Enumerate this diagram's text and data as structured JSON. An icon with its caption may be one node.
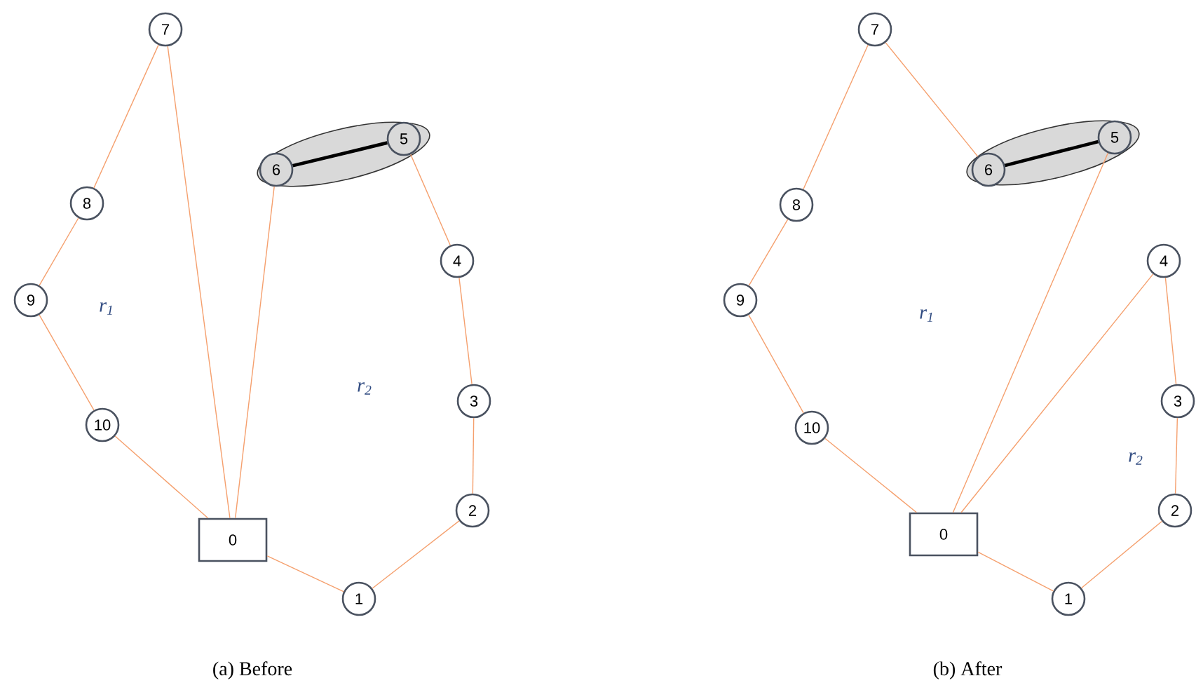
{
  "diagram": {
    "nodes": [
      {
        "text": [
          "0"
        ]
      },
      {
        "text": [
          "1"
        ]
      },
      {
        "text": [
          "2"
        ]
      },
      {
        "text": [
          "3"
        ]
      },
      {
        "text": [
          "4"
        ]
      },
      {
        "text": [],
        "shape": "ellipse"
      },
      {
        "text": [
          "5"
        ],
        "in": 5
      },
      {
        "text": [
          "6"
        ],
        "in": 5
      },
      {
        "text": [
          "7"
        ]
      },
      {
        "text": [
          "8"
        ]
      },
      {
        "text": [
          "9"
        ]
      },
      {
        "text": [
          "10"
        ]
      },
      {
        "text": [
          "0"
        ]
      },
      {
        "text": [
          "1"
        ]
      },
      {
        "text": [
          "2"
        ]
      },
      {
        "text": [
          "3"
        ]
      },
      {
        "text": [
          "4"
        ]
      },
      {
        "text": [],
        "shape": "ellipse"
      },
      {
        "text": [
          "5"
        ],
        "in": 17
      },
      {
        "text": [
          "6"
        ],
        "in": 17
      },
      {
        "text": [
          "7"
        ]
      },
      {
        "text": [
          "8"
        ]
      },
      {
        "text": [
          "9"
        ]
      },
      {
        "text": [
          "10"
        ]
      }
    ],
    "edges": [
      {
        "from": 0,
        "to": 1,
        "arrow": "none"
      },
      {
        "from": 1,
        "to": 2,
        "arrow": "none"
      },
      {
        "from": 2,
        "to": 3,
        "arrow": "none"
      },
      {
        "from": 3,
        "to": 4,
        "arrow": "none"
      },
      {
        "from": 4,
        "to": 6,
        "arrow": "none"
      },
      {
        "from": 6,
        "to": 7,
        "arrow": "none",
        "style": "thick",
        "color": "#000000"
      },
      {
        "from": 7,
        "to": 0,
        "arrow": "none"
      },
      {
        "from": 0,
        "to": 8,
        "arrow": "none"
      },
      {
        "from": 8,
        "to": 9,
        "arrow": "none"
      },
      {
        "from": 9,
        "to": 10,
        "arrow": "none"
      },
      {
        "from": 10,
        "to": 11,
        "arrow": "none"
      },
      {
        "from": 11,
        "to": 0,
        "arrow": "none"
      },
      {
        "from": 12,
        "to": 13,
        "arrow": "none"
      },
      {
        "from": 13,
        "to": 14,
        "arrow": "none"
      },
      {
        "from": 14,
        "to": 15,
        "arrow": "none"
      },
      {
        "from": 15,
        "to": 16,
        "arrow": "none"
      },
      {
        "from": 16,
        "to": 12,
        "arrow": "none"
      },
      {
        "from": 18,
        "to": 12,
        "arrow": "none"
      },
      {
        "from": 18,
        "to": 19,
        "arrow": "none",
        "style": "thick",
        "color": "#000000"
      },
      {
        "from": 19,
        "to": 20,
        "arrow": "none"
      },
      {
        "from": 20,
        "to": 21,
        "arrow": "none"
      },
      {
        "from": 21,
        "to": 22,
        "arrow": "none"
      },
      {
        "from": 22,
        "to": 23,
        "arrow": "none"
      },
      {
        "from": 23,
        "to": 12,
        "arrow": "none"
      }
    ],
    "labels": [
      "r$_{1}$",
      "r$_{2}$",
      "(a) Before",
      "r$_{1}$",
      "r$_{2}$",
      "(b) After"
    ]
  }
}
